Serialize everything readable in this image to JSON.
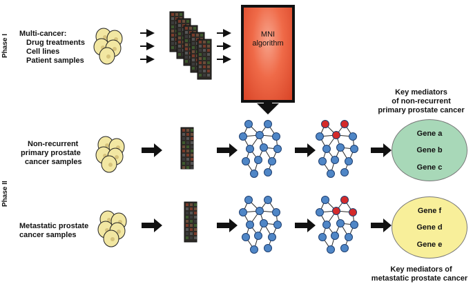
{
  "phases": {
    "phase1": "Phase I",
    "phase2": "Phase II"
  },
  "phase1": {
    "title": "Multi-cancer:",
    "items": [
      "Drug treatments",
      "Cell lines",
      "Patient samples"
    ]
  },
  "algorithm": {
    "line1": "MNI",
    "line2": "algorithm"
  },
  "row_primary": {
    "label": [
      "Non-recurrent",
      "primary prostate",
      "cancer samples"
    ],
    "mediators_title": [
      "Key mediators",
      "of non-recurrent",
      "primary prostate cancer"
    ],
    "genes": [
      "Gene a",
      "Gene b",
      "Gene c"
    ],
    "circle_color": "#a8d8b8"
  },
  "row_metastatic": {
    "label": [
      "Metastatic prostate",
      "cancer samples"
    ],
    "mediators_title": [
      "Key mediators of",
      "metastatic prostate cancer"
    ],
    "genes": [
      "Gene f",
      "Gene d",
      "Gene e"
    ],
    "circle_color": "#f8ef9a"
  },
  "colors": {
    "node_blue": "#4f86c6",
    "node_red": "#d42a2a",
    "cell_fill": "#f2e7a2",
    "cell_core": "#d6c37c"
  }
}
